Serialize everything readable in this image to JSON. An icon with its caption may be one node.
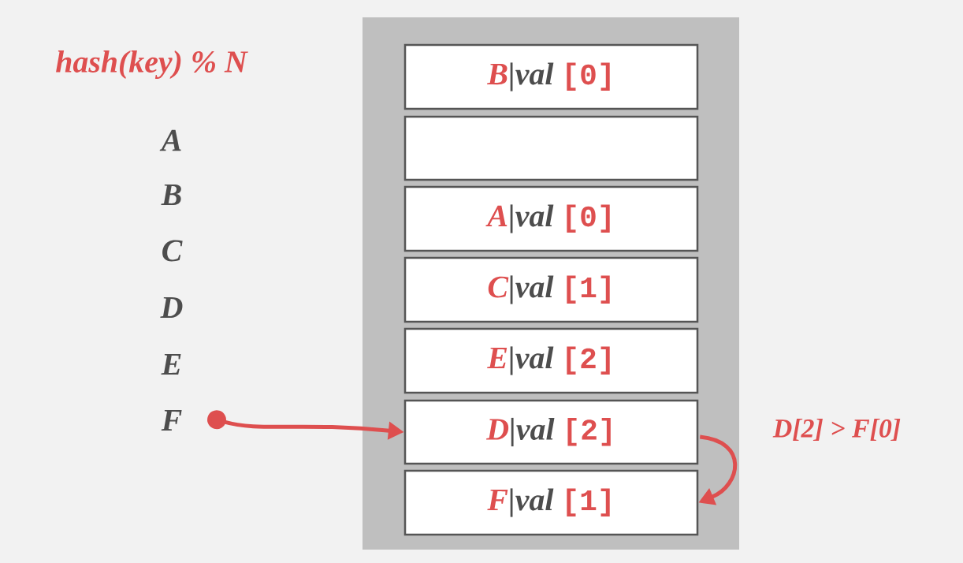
{
  "diagram": {
    "nodes": [
      {
        "text": [],
        "shape": "box"
      },
      {
        "text": [
          "B",
          "|val",
          "[0]"
        ],
        "in": 0
      },
      {
        "text": [],
        "shape": "box",
        "in": 0
      },
      {
        "text": [
          "A",
          "|val",
          "[0]"
        ],
        "in": 0
      },
      {
        "text": [
          "C",
          "|val",
          "[1]"
        ],
        "in": 0
      },
      {
        "text": [
          "E",
          "|val",
          "[2]"
        ],
        "in": 0
      },
      {
        "text": [
          "D",
          "|val",
          "[2]"
        ],
        "in": 0
      },
      {
        "text": [
          "F",
          "|val",
          "[1]"
        ],
        "in": 0
      },
      {
        "text": [
          "F"
        ]
      }
    ],
    "edges": [
      {
        "from": 8,
        "to": 6,
        "arrow": "to"
      },
      {
        "from": 6,
        "to": 7,
        "arrow": "to",
        "label": "D[2] > F[0]"
      }
    ],
    "labels": [
      "hash(key) % N",
      "A",
      "B",
      "C",
      "D",
      "E"
    ]
  }
}
